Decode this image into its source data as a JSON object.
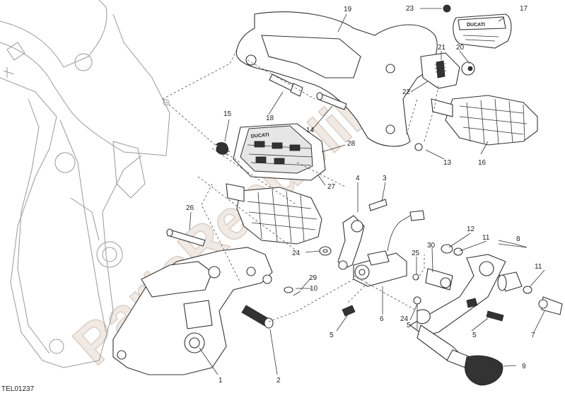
{
  "watermark": "PartsRepubliK",
  "drawing_code": "TEL01237",
  "callouts": [
    "1",
    "2",
    "3",
    "4",
    "5",
    "5",
    "5",
    "6",
    "7",
    "8",
    "9",
    "10",
    "11",
    "11",
    "12",
    "13",
    "14",
    "15",
    "16",
    "17",
    "18",
    "19",
    "20",
    "21",
    "22",
    "23",
    "24",
    "24",
    "25",
    "26",
    "27",
    "28",
    "29",
    "30"
  ],
  "brand_mark": "DUCATI"
}
